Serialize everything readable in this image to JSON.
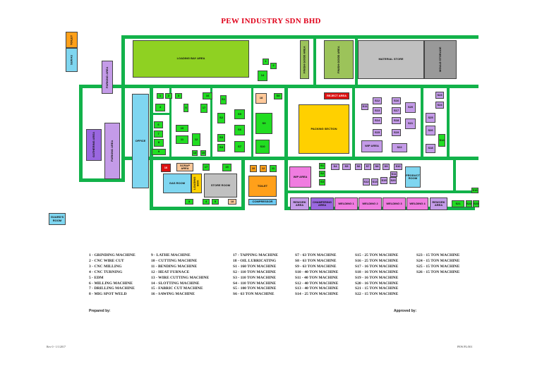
{
  "title": "PEW INDUSTRY SDN BHD",
  "areas": {
    "toilet_top": "TOILET",
    "surau": "SURAU",
    "parking_left_top": "PARKING AREA",
    "loading_bay": "LOADING BAY AREA",
    "finish_good_1": "FINISH GOOD AREA",
    "finish_good_2": "FINISH GOOD AREA",
    "material_store": "MATERIAL STORE",
    "mould_storage": "MOULD STORAGE",
    "gathering": "GATHERING AREA",
    "parking_left": "PARKING AREA",
    "office": "OFFICE",
    "packing": "PACKING SECTION",
    "wip_1": "WIP AREA",
    "wip_2": "WIP AREA",
    "reject_area": "REJECT AREA",
    "gas_room": "GAS ROOM",
    "store_room": "STORE ROOM",
    "toilet_mid": "TOILET",
    "compressor": "COMPRESSOR",
    "loading_box": "LOADING BOX",
    "scrap": "SCRAP AREA",
    "rework": "REWORK AREA",
    "chamfering": "CHAMFERING AREA",
    "welding_1": "WELDING 1",
    "welding_2": "WELDING 2",
    "welding_3": "WELDING 3",
    "welding_4": "WELDING 4",
    "rework_2": "REWORK AREA",
    "guard_room": "GUARD'S ROOM",
    "product_room": "PRODUCT ROOM"
  },
  "labels": {
    "m1": "1",
    "m2": "2",
    "m3": "3",
    "m4": "4",
    "m5": "5",
    "m6": "6",
    "m7": "7",
    "m8": "8",
    "m9": "9",
    "m10": "10",
    "m11": "11",
    "m12": "12",
    "m13": "13",
    "m14": "14",
    "m15": "15",
    "m16": "16",
    "m17": "17",
    "m18": "18",
    "s1": "S1",
    "s2": "S2",
    "s3": "S3",
    "s4": "S4",
    "s5": "S5",
    "s6": "S6",
    "s7": "S7",
    "s8": "S8",
    "s9": "S9",
    "s10": "S10",
    "s11": "S11",
    "s12": "S12",
    "s13": "S13",
    "s14": "S14",
    "s15": "S15",
    "s16": "S16",
    "s17": "S17",
    "s18": "S18",
    "s19": "S19",
    "s20": "S20",
    "s21": "S21",
    "s22": "S22",
    "s23": "S23",
    "s24": "S24",
    "s25": "S25",
    "s26": "S26"
  },
  "legend_columns": [
    [
      "1 - GRINDING MACHINE",
      "2 - CNC WIRE CUT",
      "3 - CNC MILLING",
      "4 - CNC TURNING",
      "5 - EDM",
      "6 - MILLING MACHINE",
      "7 - DRILLING MACHINE",
      "8 - MIG SPOT WELD"
    ],
    [
      "9 - LATHE MACHINE",
      "10 - CUTTING MACHINE",
      "11 - BENDING MACHINE",
      "12 - HEAT FURNACE",
      "13 - WIRE CUTTING MACHINE",
      "14 - SLOTTING MACHINE",
      "15 - FABRIC CUT MACHINE",
      "16 - SAWING MACHINE"
    ],
    [
      "17 - TAPPING MACHINE",
      "18 - OIL LUBRICATING",
      "S1 - 160 TON MACHINE",
      "S2 - 110 TON MACHINE",
      "S3 - 110 TON MACHINE",
      "S4 - 110 TON MACHINE",
      "S5 - 100 TON MACHINE",
      "S6 - 63 TON MACHINE"
    ],
    [
      "S7 - 63 TON MACHINE",
      "S8 - 63 TON MACHINE",
      "S9 - 63 TON MACHINE",
      "S10 - 40 TON MACHINE",
      "S11 - 40 TON MACHINE",
      "S12 - 40 TON MACHINE",
      "S13 - 40 TON MACHINE",
      "S14 - 25 TON MACHINE"
    ],
    [
      "S15 - 25 TON MACHINE",
      "S16 - 25 TON MACHINE",
      "S17 - 16 TON MACHINE",
      "S18 - 16 TON MACHINE",
      "S19 - 16 TON MACHINE",
      "S20 - 16 TON MACHINE",
      "S21 - 15 TON MACHINE",
      "S22 - 15 TON MACHINE"
    ],
    [
      "S23 - 15 TON MACHINE",
      "S24 - 15 TON MACHINE",
      "S25 - 15 TON MACHINE",
      "S26 - 15 TON MACHINE"
    ]
  ],
  "signatures": {
    "prepared": "Prepared by:",
    "approved": "Approved by:"
  },
  "footer": {
    "left": "Rev 0 - 1/1/2017",
    "right": "PEW/FL/001"
  }
}
